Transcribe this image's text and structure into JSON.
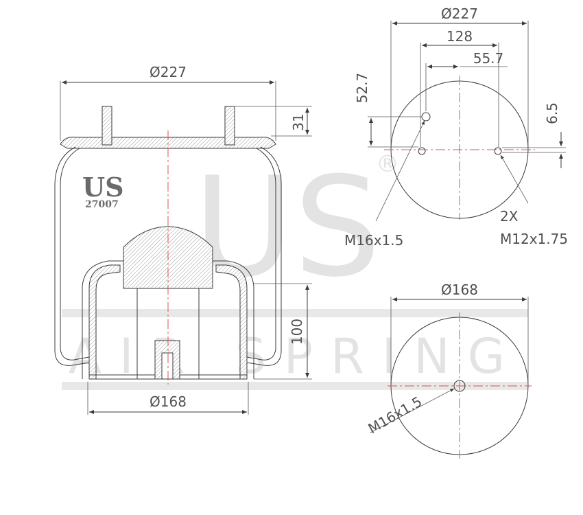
{
  "watermark": {
    "big": "US",
    "band": "AIR SPRING",
    "registered": "®"
  },
  "brand": {
    "name": "US",
    "part_number": "27007"
  },
  "side_view": {
    "top_diameter": "Ø227",
    "stud_height": "31",
    "piston_height": "100",
    "base_diameter": "Ø168"
  },
  "top_view": {
    "diameter": "Ø227",
    "stud_spacing": "128",
    "offset": "55.7",
    "vertical_offset": "52.7",
    "small_offset": "6.5",
    "center_thread": "M16x1.5",
    "count": "2X",
    "side_thread": "M12x1.75"
  },
  "bottom_view": {
    "diameter": "Ø168",
    "thread": "M16x1.5"
  }
}
